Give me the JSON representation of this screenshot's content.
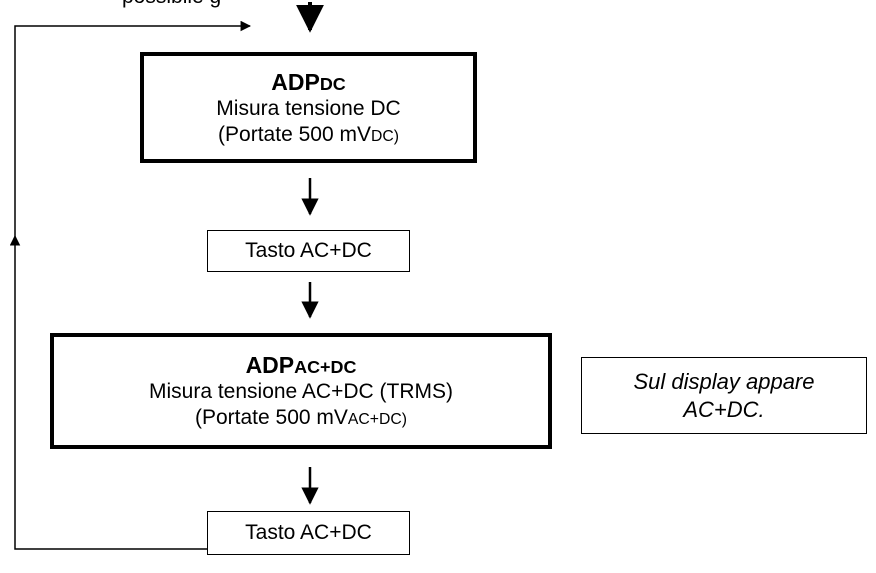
{
  "top_text": "possibile g",
  "box_adp_dc": {
    "title_main": "ADP",
    "title_sub": "DC",
    "line1": "Misura tensione DC",
    "line2_main": "(Portate 500 mV",
    "line2_sub": "DC",
    "line2_end": ")"
  },
  "key_box_1": {
    "label": "Tasto AC+DC"
  },
  "box_adp_acdc": {
    "title_main": "ADP",
    "title_sub": "AC+DC",
    "line1": "Misura tensione AC+DC (TRMS)",
    "line2_main": "(Portate 500 mV",
    "line2_sub": "AC+DC",
    "line2_end": ")"
  },
  "note_box": {
    "line1": "Sul display appare",
    "line2": "AC+DC."
  },
  "key_box_2": {
    "label": "Tasto AC+DC"
  }
}
